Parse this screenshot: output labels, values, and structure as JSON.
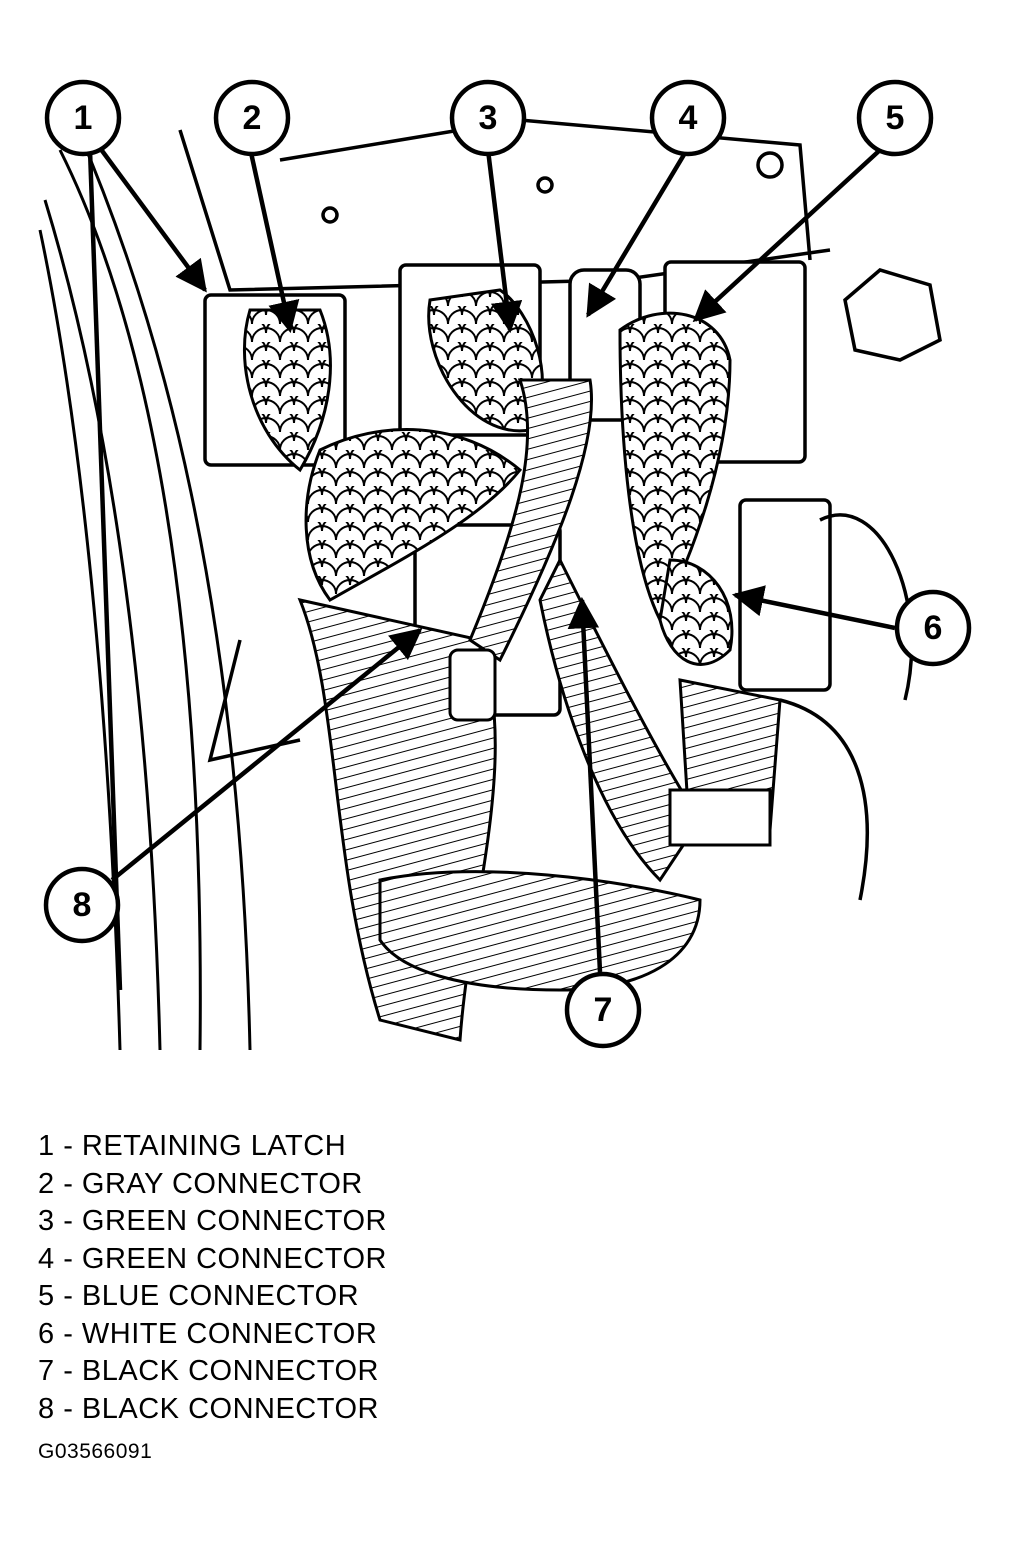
{
  "diagram": {
    "callouts": [
      {
        "number": "1",
        "text": "RETAINING LATCH"
      },
      {
        "number": "2",
        "text": "GRAY CONNECTOR"
      },
      {
        "number": "3",
        "text": "GREEN CONNECTOR"
      },
      {
        "number": "4",
        "text": "GREEN CONNECTOR"
      },
      {
        "number": "5",
        "text": "BLUE CONNECTOR"
      },
      {
        "number": "6",
        "text": "WHITE CONNECTOR"
      },
      {
        "number": "7",
        "text": "BLACK CONNECTOR"
      },
      {
        "number": "8",
        "text": "BLACK CONNECTOR"
      }
    ],
    "figure_id": "G03566091"
  },
  "legend_separator": " - ",
  "colors": {
    "ink": "#000000",
    "paper": "#ffffff"
  }
}
